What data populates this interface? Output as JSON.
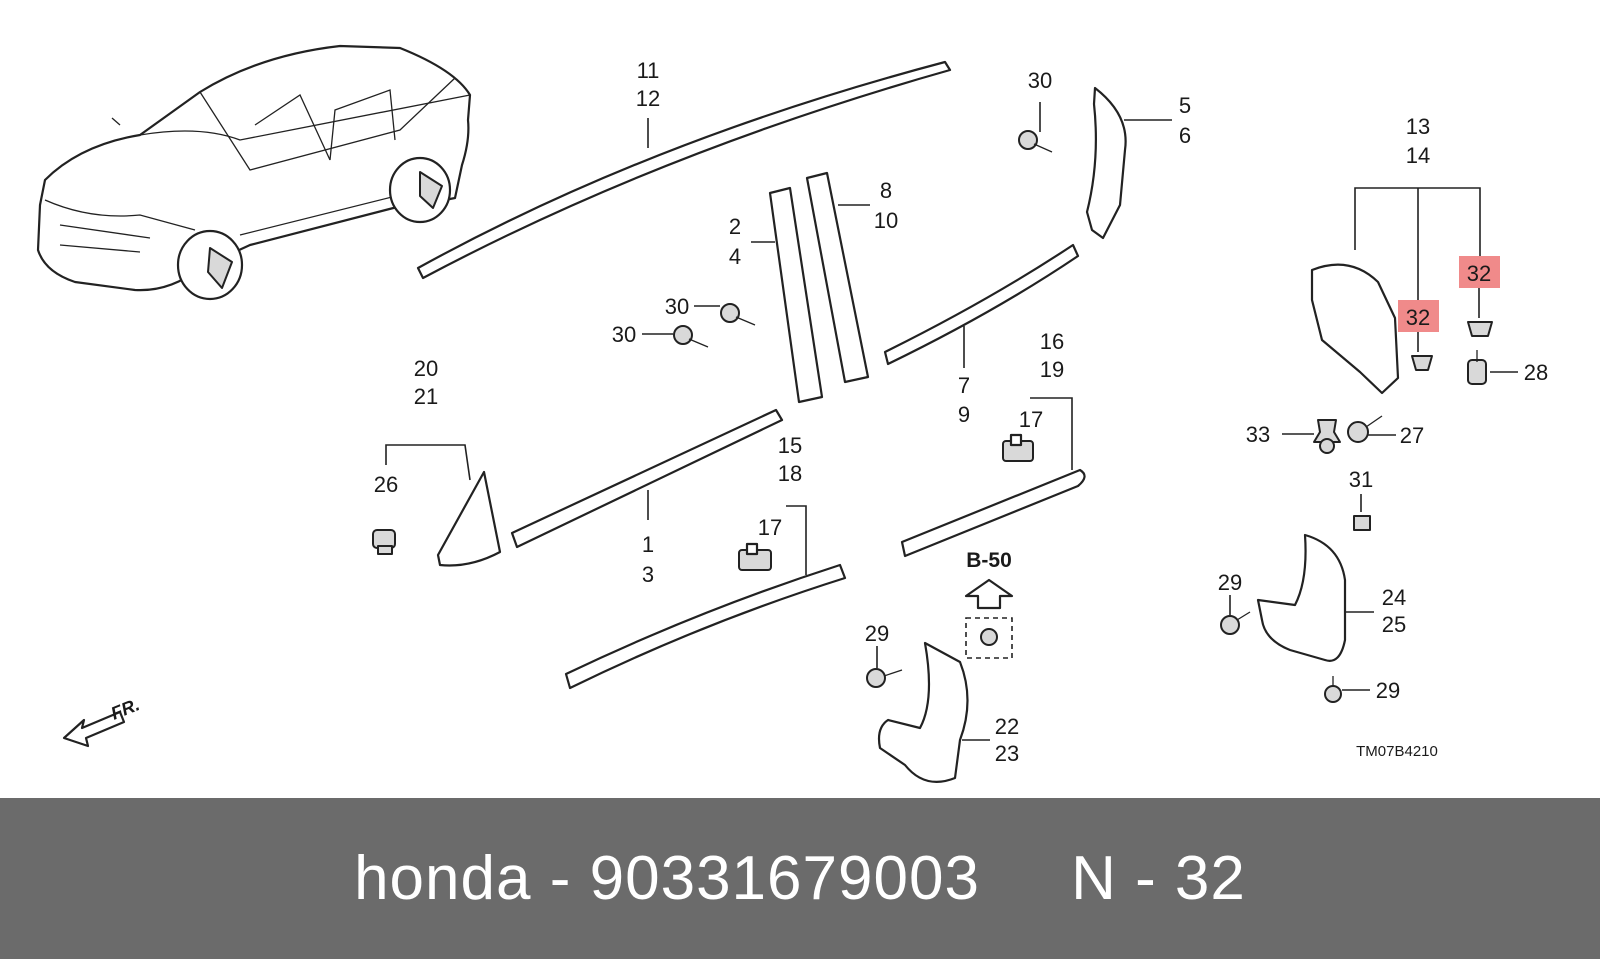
{
  "diagram": {
    "callouts": {
      "c1": "1",
      "c3": "3",
      "c2": "2",
      "c4": "4",
      "c5": "5",
      "c6": "6",
      "c7": "7",
      "c9": "9",
      "c8": "8",
      "c10": "10",
      "c11": "11",
      "c12": "12",
      "c13": "13",
      "c14": "14",
      "c15": "15",
      "c18": "18",
      "c16": "16",
      "c19": "19",
      "c17a": "17",
      "c17b": "17",
      "c20": "20",
      "c21": "21",
      "c22": "22",
      "c23": "23",
      "c24": "24",
      "c25": "25",
      "c26": "26",
      "c27": "27",
      "c28": "28",
      "c29a": "29",
      "c29b": "29",
      "c29c": "29",
      "c30a": "30",
      "c30b": "30",
      "c30c": "30",
      "c31": "31",
      "c32a": "32",
      "c32b": "32",
      "c33": "33"
    },
    "section_ref": "B-50",
    "front_indicator": "FR.",
    "drawing_code": "TM07B4210",
    "highlight_color": "#f08a8a"
  },
  "footer": {
    "brand": "honda",
    "separator": "-",
    "part_number": "90331679003",
    "part_label": "N - 32",
    "background_color": "#6b6b6b"
  }
}
